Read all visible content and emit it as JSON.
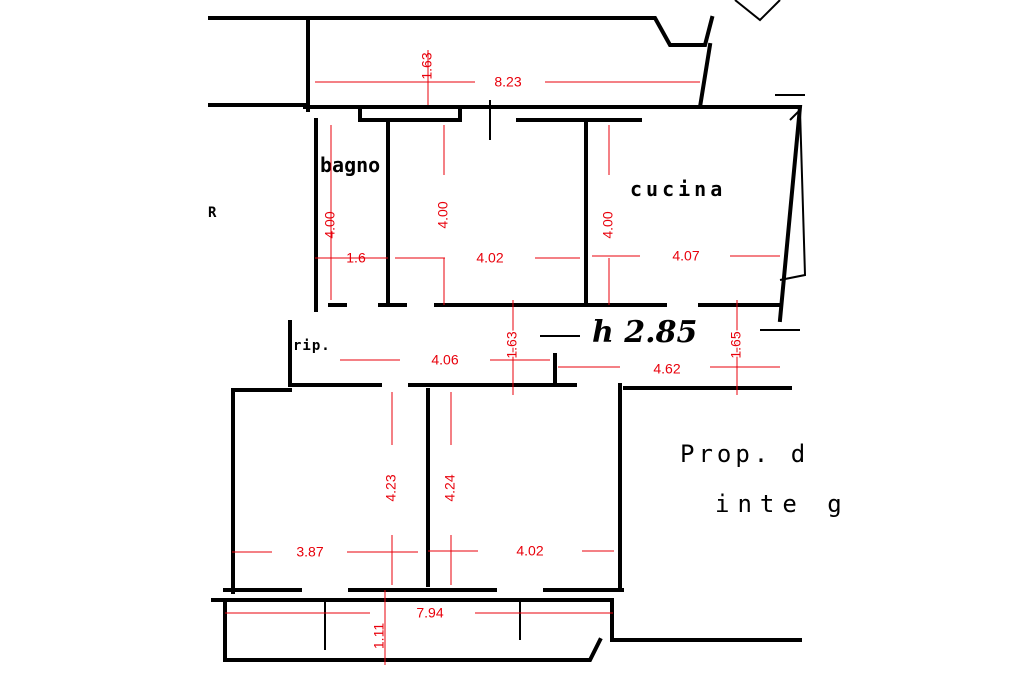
{
  "plan": {
    "room_labels": {
      "bathroom": "bagno",
      "kitchen": "cucina",
      "storage": "rip.",
      "ceiling_height": "h 2.85",
      "neighbour_line1": "Prop. d",
      "neighbour_line2": "inte g",
      "left_mark": "R"
    },
    "dimensions": {
      "top_width": "8.23",
      "top_depth": "1.63",
      "bath_height": "4.00",
      "room1_height": "4.00",
      "kitchen_height": "4.00",
      "bath_width": "1.6",
      "room1_width": "4.02",
      "kitchen_width": "4.07",
      "corridor_depth": "1.63",
      "corridor_left_width": "4.06",
      "corridor_right_width": "4.62",
      "corridor_right_depth": "1.65",
      "room3_height": "4.23",
      "room4_height": "4.24",
      "room3_width": "3.87",
      "room4_width": "4.02",
      "bottom_width": "7.94",
      "bottom_depth": "1.11"
    },
    "colors": {
      "walls": "#000000",
      "dimensions": "#e8000b"
    }
  }
}
